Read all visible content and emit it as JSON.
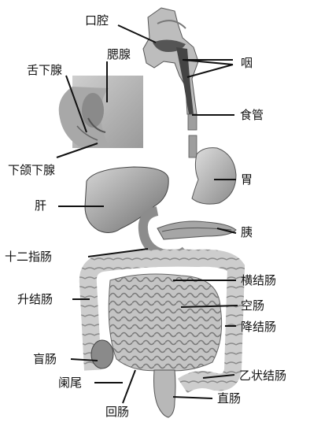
{
  "labels": {
    "oral_cavity": "口腔",
    "parotid_gland": "腮腺",
    "sublingual_gland": "舌下腺",
    "pharynx": "咽",
    "esophagus": "食管",
    "submandibular_gland": "下颌下腺",
    "stomach": "胃",
    "liver": "肝",
    "pancreas": "胰",
    "duodenum": "十二指肠",
    "transverse_colon": "横结肠",
    "ascending_colon": "升结肠",
    "jejunum": "空肠",
    "descending_colon": "降结肠",
    "cecum": "盲肠",
    "sigmoid_colon": "乙状结肠",
    "appendix": "阑尾",
    "rectum": "直肠",
    "ileum": "回肠"
  },
  "colors": {
    "line": "#111111",
    "organ_fill": "#c9c9c9",
    "organ_shade": "#8f8f8f",
    "panel_fill": "#bdbdbd"
  }
}
